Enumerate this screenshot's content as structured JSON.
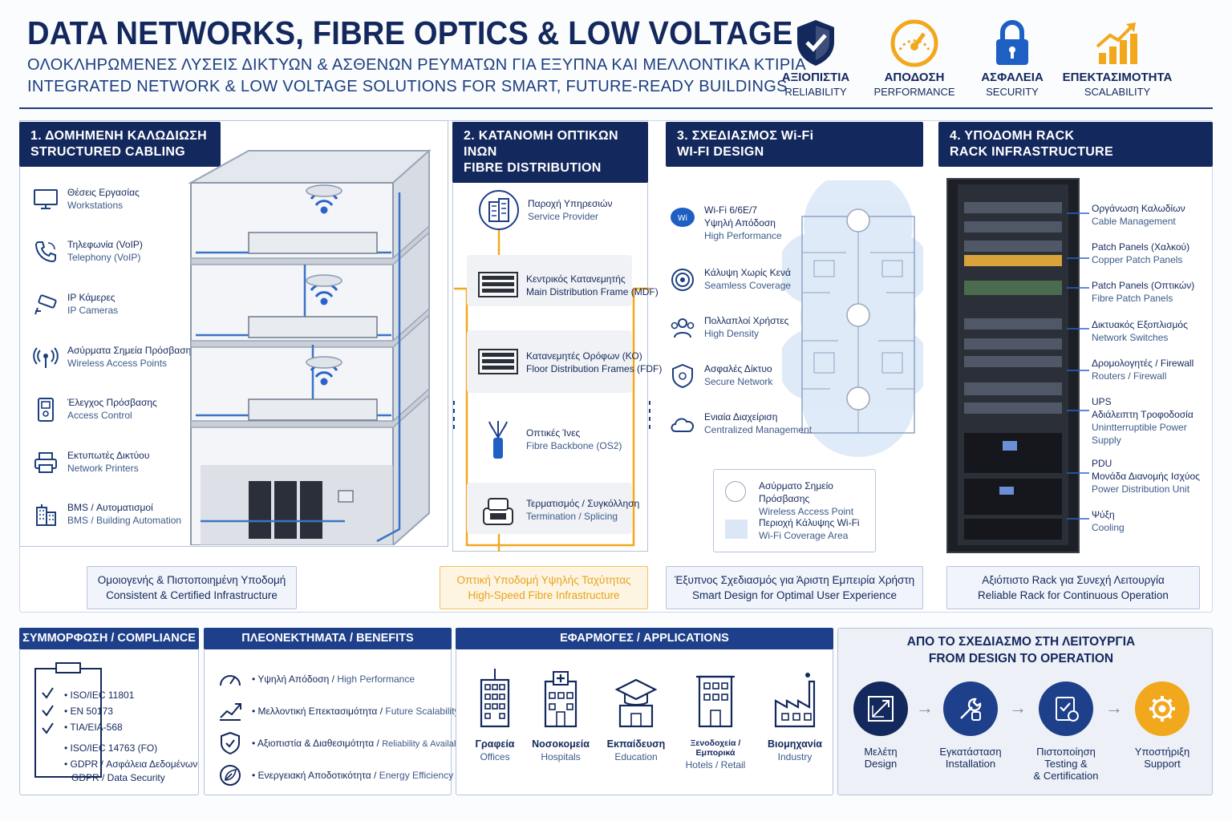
{
  "header": {
    "title": "DATA NETWORKS, FIBRE OPTICS & LOW VOLTAGE",
    "subtitle_gr": "ΟΛΟΚΛΗΡΩΜΕΝΕΣ ΛΥΣΕΙΣ ΔΙΚΤΥΩΝ & ΑΣΘΕΝΩΝ ΡΕΥΜΑΤΩΝ ΓΙΑ ΕΞΥΠΝΑ ΚΑΙ ΜΕΛΛΟΝΤΙΚΑ ΚΤΙΡΙΑ",
    "subtitle_en": "INTEGRATED NETWORK & LOW VOLTAGE SOLUTIONS FOR SMART, FUTURE-READY BUILDINGS"
  },
  "kpis": [
    {
      "gr": "ΑΞΙΟΠΙΣΤΙΑ",
      "en": "RELIABILITY",
      "icon": "shield-check-icon"
    },
    {
      "gr": "ΑΠΟΔΟΣΗ",
      "en": "PERFORMANCE",
      "icon": "gauge-icon"
    },
    {
      "gr": "ΑΣΦΑΛΕΙΑ",
      "en": "SECURITY",
      "icon": "padlock-icon"
    },
    {
      "gr": "ΕΠΕΚΤΑΣΙΜΟΤΗΤΑ",
      "en": "SCALABILITY",
      "icon": "growth-chart-icon"
    }
  ],
  "colors": {
    "navy": "#13285c",
    "blue": "#1e3f8a",
    "orange": "#f2a81d",
    "light": "#f1f5fb"
  },
  "sections": {
    "cabling": {
      "title_gr": "1. ΔΟΜΗΜΕΝΗ ΚΑΛΩΔΙΩΣΗ",
      "title_en": "STRUCTURED CABLING",
      "items": [
        {
          "gr": "Θέσεις Εργασίας",
          "en": "Workstations",
          "icon": "monitor-icon"
        },
        {
          "gr": "Τηλεφωνία (VoIP)",
          "en": "Telephony (VoIP)",
          "icon": "phone-icon"
        },
        {
          "gr": "IP Κάμερες",
          "en": "IP Cameras",
          "icon": "camera-icon"
        },
        {
          "gr": "Ασύρματα Σημεία Πρόσβασης",
          "en": "Wireless Access Points",
          "icon": "wireless-icon"
        },
        {
          "gr": "Έλεγχος Πρόσβασης",
          "en": "Access Control",
          "icon": "access-control-icon"
        },
        {
          "gr": "Εκτυπωτές Δικτύου",
          "en": "Network Printers",
          "icon": "printer-icon"
        },
        {
          "gr": "BMS / Αυτοματισμοί",
          "en": "BMS / Building Automation",
          "icon": "building-icon"
        }
      ],
      "footer_gr": "Ομοιογενής & Πιστοποιημένη Υποδομή",
      "footer_en": "Consistent & Certified Infrastructure"
    },
    "fibre": {
      "title_gr": "2. ΚΑΤΑΝΟΜΗ ΟΠΤΙΚΩΝ ΙΝΩΝ",
      "title_en": "FIBRE DISTRIBUTION",
      "items": [
        {
          "gr": "Παροχή Υπηρεσιών",
          "en": "Service Provider",
          "icon": "provider-building-icon"
        },
        {
          "gr": "Κεντρικός Κατανεμητής",
          "en": "Main Distribution Frame (MDF)",
          "icon": "patch-frame-icon"
        },
        {
          "gr": "Κατανεμητές Ορόφων (ΚΟ)",
          "en": "Floor Distribution Frames (FDF)",
          "icon": "patch-frame-icon"
        },
        {
          "gr": "Οπτικές Ίνες",
          "en": "Fibre Backbone (OS2)",
          "icon": "fibre-cable-icon"
        },
        {
          "gr": "Τερματισμός / Συγκόλληση",
          "en": "Termination / Splicing",
          "icon": "splicer-icon"
        }
      ],
      "footer_gr": "Οπτική Υποδομή Υψηλής Ταχύτητας",
      "footer_en": "High-Speed Fibre Infrastructure"
    },
    "wifi": {
      "title_gr": "3. ΣΧΕΔΙΑΣΜΟΣ Wi-Fi",
      "title_en": "WI-FI DESIGN",
      "items": [
        {
          "gr": "Wi-Fi 6/6E/7",
          "gr2": "Υψηλή Απόδοση",
          "en": "High Performance",
          "icon": "wifi-badge-icon"
        },
        {
          "gr": "Κάλυψη Χωρίς Κενά",
          "en": "Seamless Coverage",
          "icon": "target-icon"
        },
        {
          "gr": "Πολλαπλοί Χρήστες",
          "en": "High Density",
          "icon": "users-icon"
        },
        {
          "gr": "Ασφαλές Δίκτυο",
          "en": "Secure Network",
          "icon": "shield-icon"
        },
        {
          "gr": "Ενιαία Διαχείριση",
          "en": "Centralized Management",
          "icon": "cloud-icon"
        }
      ],
      "legend": [
        {
          "gr": "Ασύρματο Σημείο Πρόσβασης",
          "en": "Wireless Access Point"
        },
        {
          "gr": "Περιοχή Κάλυψης Wi-Fi",
          "en": "Wi-Fi Coverage Area"
        }
      ],
      "footer_gr": "Έξυπνος Σχεδιασμός για Άριστη Εμπειρία Χρήστη",
      "footer_en": "Smart Design for Optimal User Experience"
    },
    "rack": {
      "title_gr": "4. ΥΠΟΔΟΜΗ RACK",
      "title_en": "RACK INFRASTRUCTURE",
      "items": [
        {
          "gr": "Οργάνωση Καλωδίων",
          "en": "Cable Management"
        },
        {
          "gr": "Patch Panels (Χαλκού)",
          "en": "Copper Patch Panels"
        },
        {
          "gr": "Patch Panels (Οπτικών)",
          "en": "Fibre Patch Panels"
        },
        {
          "gr": "Δικτυακός Εξοπλισμός",
          "en": "Network Switches"
        },
        {
          "gr": "Δρομολογητές / Firewall",
          "en": "Routers / Firewall"
        },
        {
          "gr": "UPS",
          "gr2": "Αδιάλειπτη Τροφοδοσία",
          "en": "Unintterruptible Power Supply"
        },
        {
          "gr": "PDU",
          "gr2": "Μονάδα Διανομής Ισχύος",
          "en": "Power Distribution Unit"
        },
        {
          "gr": "Ψύξη",
          "en": "Cooling"
        }
      ],
      "footer_gr": "Αξιόπιστο Rack για Συνεχή Λειτουργία",
      "footer_en": "Reliable Rack for Continuous Operation"
    }
  },
  "compliance": {
    "title": "ΣΥΜΜΟΡΦΩΣΗ / COMPLIANCE",
    "items": [
      "ISO/IEC 11801",
      "EN 50173",
      "TIA/EIA-568",
      "ISO/IEC 14763 (FO)",
      "GDPR / Ασφάλεια Δεδομένων",
      "GDPR / Data Security"
    ]
  },
  "benefits": {
    "title": "ΠΛΕΟΝΕΚΤΗΜΑΤΑ / BENEFITS",
    "items": [
      {
        "gr": "Υψηλή Απόδοση",
        "en": "High Performance",
        "icon": "gauge-icon"
      },
      {
        "gr": "Μελλοντική Επεκτασιμότητα",
        "en": "Future Scalability",
        "icon": "growth-icon"
      },
      {
        "gr": "Αξιοπιστία & Διαθεσιμότητα",
        "en": "Reliability & Availability",
        "icon": "shield-check-icon"
      },
      {
        "gr": "Ενεργειακή Αποδοτικότητα",
        "en": "Energy Efficiency",
        "icon": "leaf-icon"
      }
    ]
  },
  "applications": {
    "title": "ΕΦΑΡΜΟΓΕΣ / APPLICATIONS",
    "items": [
      {
        "gr": "Γραφεία",
        "en": "Offices",
        "icon": "office-icon"
      },
      {
        "gr": "Νοσοκομεία",
        "en": "Hospitals",
        "icon": "hospital-icon"
      },
      {
        "gr": "Εκπαίδευση",
        "en": "Education",
        "icon": "education-icon"
      },
      {
        "gr": "Ξενοδοχεία / Εμπορικά",
        "en": "Hotels / Retail",
        "icon": "hotel-icon"
      },
      {
        "gr": "Βιομηχανία",
        "en": "Industry",
        "icon": "factory-icon"
      }
    ]
  },
  "process": {
    "title_gr": "ΑΠΟ ΤΟ ΣΧΕΔΙΑΣΜΟ ΣΤΗ ΛΕΙΤΟΥΡΓΙΑ",
    "title_en": "FROM DESIGN TO OPERATION",
    "steps": [
      {
        "gr": "Μελέτη",
        "en": "Design",
        "icon": "design-icon"
      },
      {
        "gr": "Εγκατάσταση",
        "en": "Installation",
        "icon": "tools-icon"
      },
      {
        "gr": "Πιστοποίηση",
        "en": "Testing &",
        "en2": "& Certification",
        "icon": "certify-icon"
      },
      {
        "gr": "Υποστήριξη",
        "en": "Support",
        "icon": "gear-icon"
      }
    ]
  }
}
